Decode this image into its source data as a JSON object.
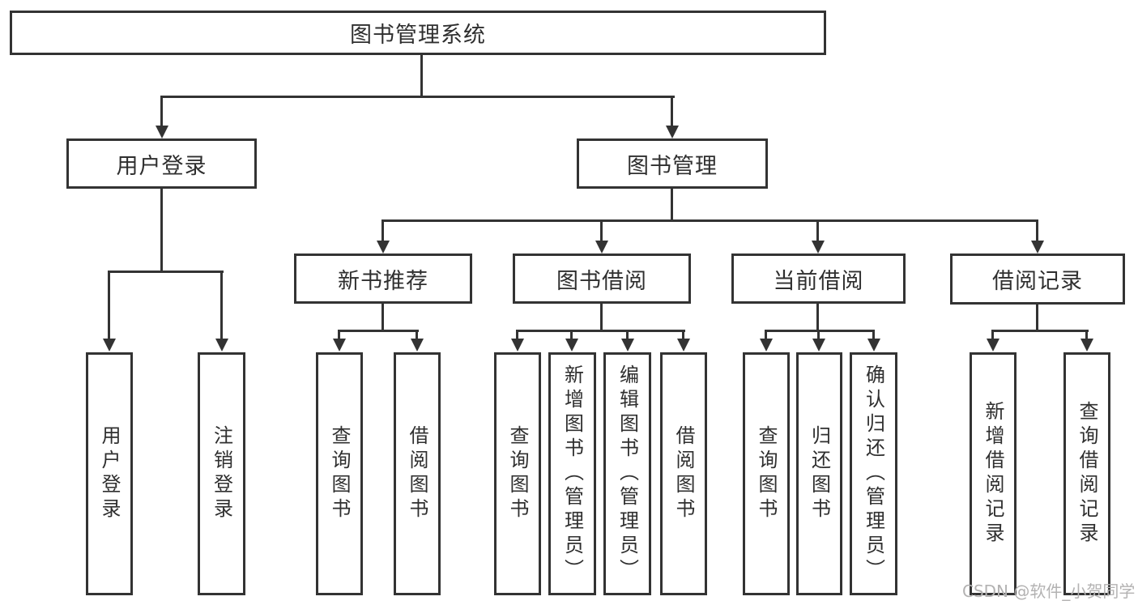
{
  "diagram_type": "hierarchy-diagram",
  "colors": {
    "line": "#333333",
    "box_border": "#333333",
    "box_fill": "#ffffff",
    "text": "#2f2f2f",
    "watermark": "#b3b2b2",
    "background": "#ffffff"
  },
  "nodes": {
    "root": "图书管理系统",
    "user_login": "用户登录",
    "book_mgmt": "图书管理",
    "new_book_recommend": "新书推荐",
    "book_borrow": "图书借阅",
    "current_borrow": "当前借阅",
    "borrow_record": "借阅记录",
    "leaf_user_login": "用户登录",
    "leaf_logout": "注销登录",
    "leaf_rec_query_book": "查询图书",
    "leaf_rec_borrow_book": "借阅图书",
    "leaf_bb_query_book": "查询图书",
    "leaf_bb_add_book": "新增图书（管理员）",
    "leaf_bb_edit_book": "编辑图书（管理员）",
    "leaf_bb_borrow_book": "借阅图书",
    "leaf_cb_query_book": "查询图书",
    "leaf_cb_return_book": "归还图书",
    "leaf_cb_confirm_return": "确认归还（管理员）",
    "leaf_br_add_record": "新增借阅记录",
    "leaf_br_query_record": "查询借阅记录"
  },
  "edges": [
    {
      "from": "root",
      "to": "user_login"
    },
    {
      "from": "root",
      "to": "book_mgmt"
    },
    {
      "from": "user_login",
      "to": "leaf_user_login"
    },
    {
      "from": "user_login",
      "to": "leaf_logout"
    },
    {
      "from": "book_mgmt",
      "to": "new_book_recommend"
    },
    {
      "from": "book_mgmt",
      "to": "book_borrow"
    },
    {
      "from": "book_mgmt",
      "to": "current_borrow"
    },
    {
      "from": "book_mgmt",
      "to": "borrow_record"
    },
    {
      "from": "new_book_recommend",
      "to": "leaf_rec_query_book"
    },
    {
      "from": "new_book_recommend",
      "to": "leaf_rec_borrow_book"
    },
    {
      "from": "book_borrow",
      "to": "leaf_bb_query_book"
    },
    {
      "from": "book_borrow",
      "to": "leaf_bb_add_book"
    },
    {
      "from": "book_borrow",
      "to": "leaf_bb_edit_book"
    },
    {
      "from": "book_borrow",
      "to": "leaf_bb_borrow_book"
    },
    {
      "from": "current_borrow",
      "to": "leaf_cb_query_book"
    },
    {
      "from": "current_borrow",
      "to": "leaf_cb_return_book"
    },
    {
      "from": "current_borrow",
      "to": "leaf_cb_confirm_return"
    },
    {
      "from": "borrow_record",
      "to": "leaf_br_add_record"
    },
    {
      "from": "borrow_record",
      "to": "leaf_br_query_record"
    }
  ],
  "watermark": {
    "text": "CSDN @软件_小贺同学"
  }
}
